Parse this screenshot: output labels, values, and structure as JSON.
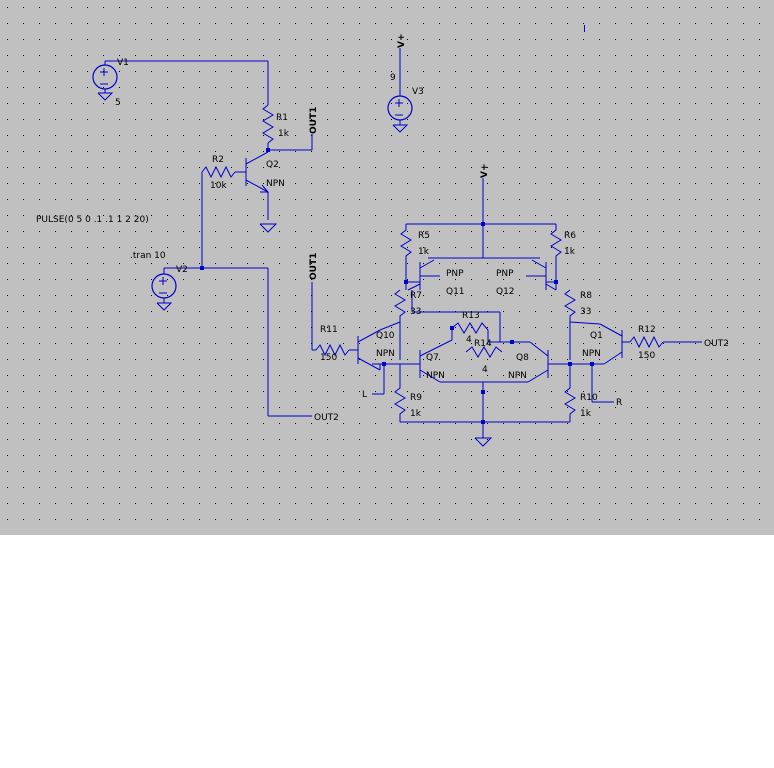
{
  "colors": {
    "canvas_bg": "#c0c0c0",
    "grid_dot": "#000000",
    "wire": "#0000cc",
    "text": "#000000",
    "page_bg": "#ffffff"
  },
  "directives": {
    "pulse": "PULSE(0 5 0 .1 .1 1 2 20)",
    "tran": ".tran 10"
  },
  "sources": {
    "V1": {
      "name": "V1",
      "value": "5"
    },
    "V2": {
      "name": "V2"
    },
    "V3": {
      "name": "V3",
      "value": "9"
    }
  },
  "resistors": {
    "R1": {
      "name": "R1",
      "value": "1k"
    },
    "R2": {
      "name": "R2",
      "value": "10k"
    },
    "R5": {
      "name": "R5",
      "value": "1k"
    },
    "R6": {
      "name": "R6",
      "value": "1k"
    },
    "R7": {
      "name": "R7",
      "value": "33"
    },
    "R8": {
      "name": "R8",
      "value": "33"
    },
    "R9": {
      "name": "R9",
      "value": "1k"
    },
    "R10": {
      "name": "R10",
      "value": "1k"
    },
    "R11": {
      "name": "R11",
      "value": "150"
    },
    "R12": {
      "name": "R12",
      "value": "150"
    },
    "R13": {
      "name": "R13",
      "value": "4"
    },
    "R14": {
      "name": "R14",
      "value": "4"
    }
  },
  "transistors": {
    "Q1": {
      "name": "Q1",
      "type": "NPN"
    },
    "Q2": {
      "name": "Q2",
      "type": "NPN"
    },
    "Q7": {
      "name": "Q7",
      "type": "NPN"
    },
    "Q8": {
      "name": "Q8",
      "type": "NPN"
    },
    "Q10": {
      "name": "Q10",
      "type": "NPN"
    },
    "Q11": {
      "name": "Q11",
      "type": "PNP"
    },
    "Q12": {
      "name": "Q12",
      "type": "PNP"
    }
  },
  "net_labels": {
    "vplus_top": "V+",
    "vplus_mid": "V+",
    "out1_top": "OUT1",
    "out1_left": "OUT1",
    "out2_right": "OUT2",
    "out2_bottom": "OUT2",
    "left": "L",
    "right": "R"
  },
  "cursor": "I"
}
